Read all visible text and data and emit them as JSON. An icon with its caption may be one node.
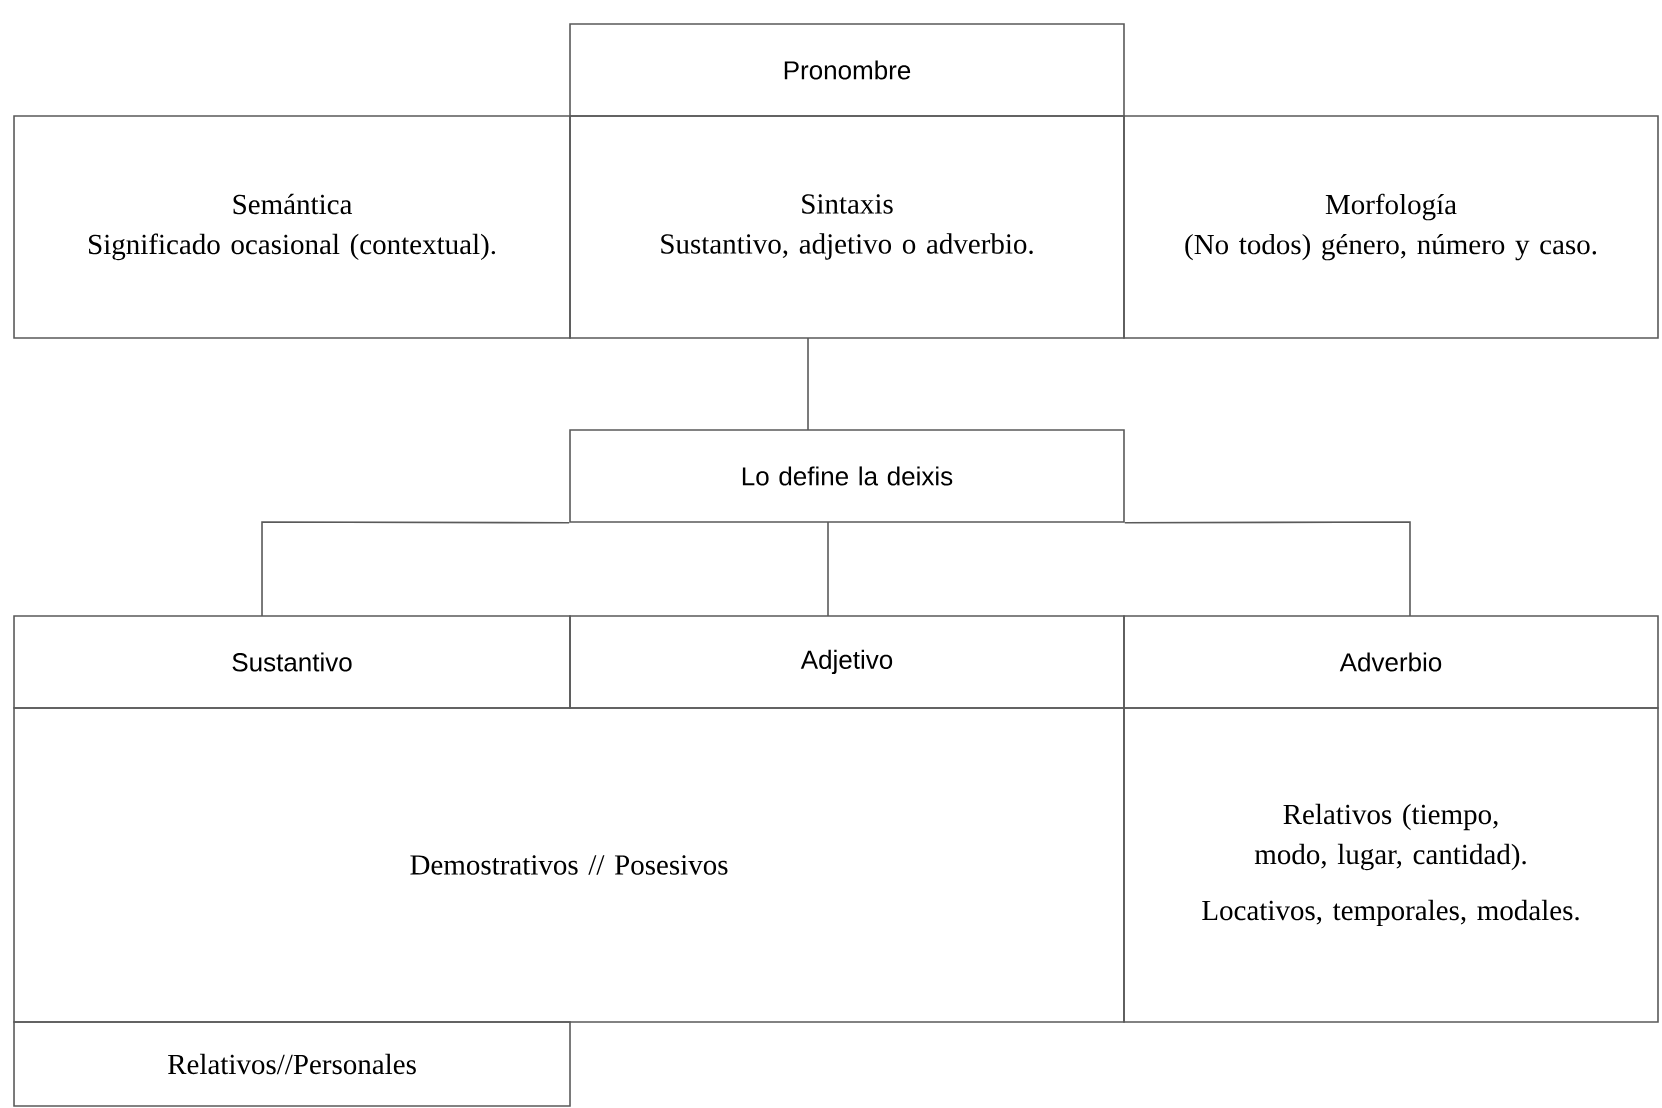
{
  "diagram": {
    "nodes": [
      {
        "text": [
          "Pronombre"
        ]
      },
      {
        "text": [
          "Semántica",
          "Significado ocasional (contextual)."
        ]
      },
      {
        "text": [
          "Sintaxis",
          "Sustantivo, adjetivo o adverbio."
        ]
      },
      {
        "text": [
          "Morfología",
          "(No todos) género, número y caso."
        ]
      },
      {
        "text": [
          "Lo define la deixis"
        ]
      },
      {
        "text": [
          "Sustantivo"
        ]
      },
      {
        "text": [
          "Adjetivo"
        ]
      },
      {
        "text": [
          "Adverbio"
        ]
      },
      {
        "text": [
          "Demostrativos // Posesivos"
        ]
      },
      {
        "text": [
          "Relativos (tiempo, modo, lugar, cantidad).",
          "Locativos, temporales, modales."
        ]
      },
      {
        "text": [
          "Relativos//Personales"
        ]
      }
    ],
    "edges": [
      {
        "from": 2,
        "to": 4,
        "arrow": "none"
      },
      {
        "from": 4,
        "to": 5,
        "arrow": "none"
      },
      {
        "from": 4,
        "to": 6,
        "arrow": "none"
      },
      {
        "from": 4,
        "to": 7,
        "arrow": "none"
      }
    ]
  }
}
